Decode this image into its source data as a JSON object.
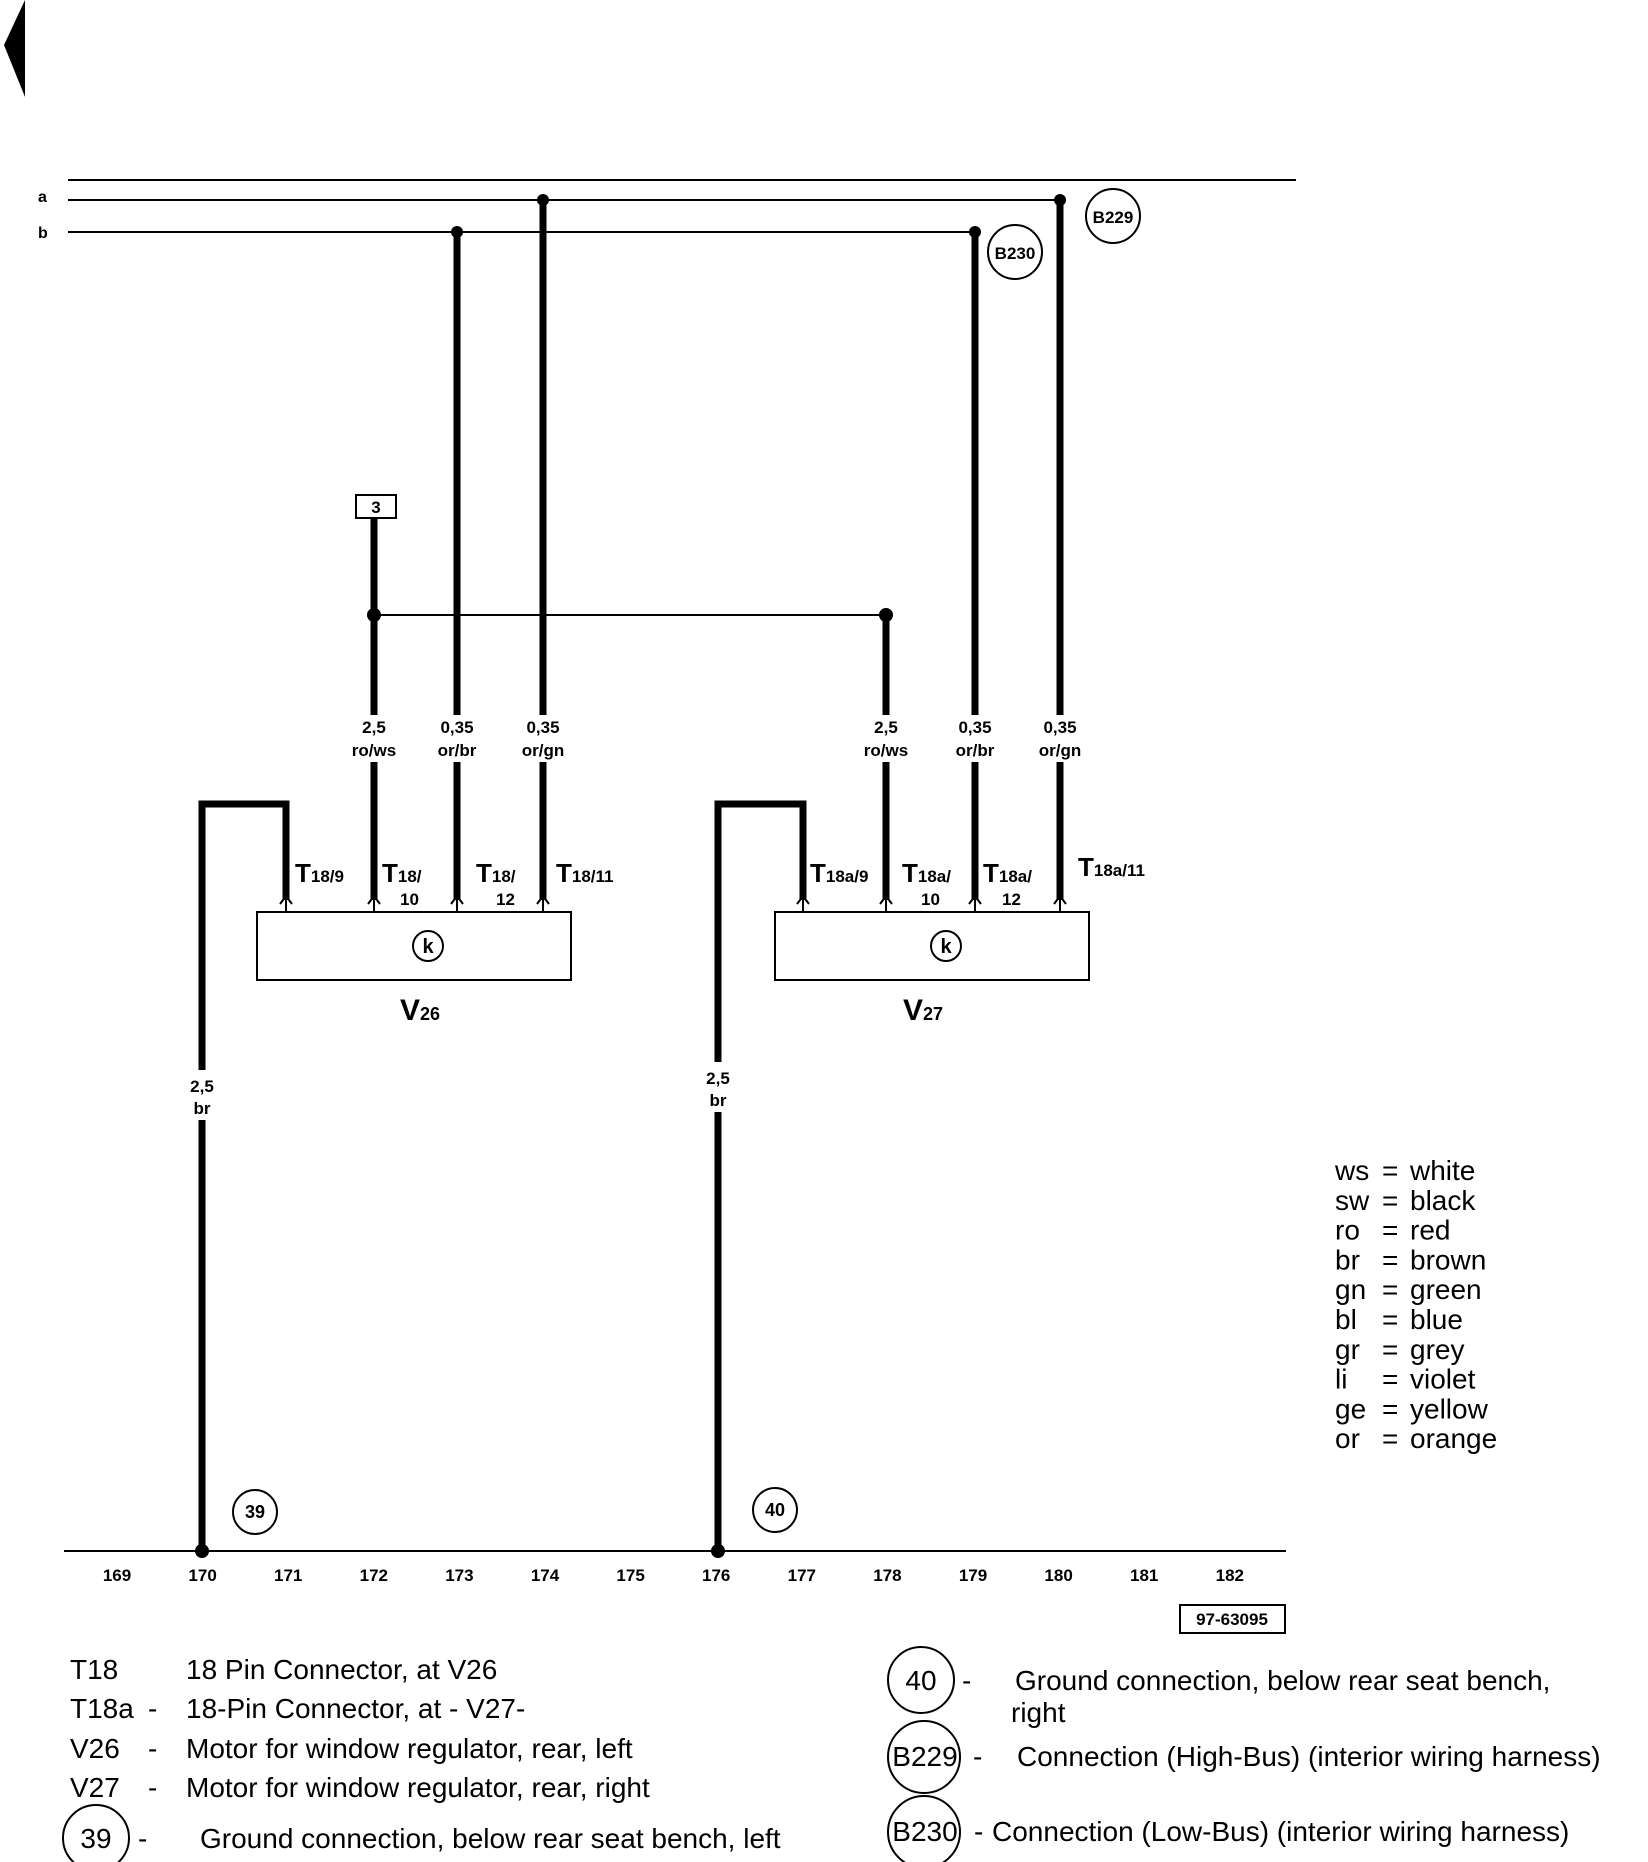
{
  "bus_lines": {
    "a": "a",
    "b": "b"
  },
  "connections": {
    "b229": "B229",
    "b230": "B230"
  },
  "fuse_ref": "3",
  "wires": {
    "w1": {
      "size": "2,5",
      "color": "ro/ws"
    },
    "w2": {
      "size": "0,35",
      "color": "or/br"
    },
    "w3": {
      "size": "0,35",
      "color": "or/gn"
    },
    "w4": {
      "size": "2,5",
      "color": "ro/ws"
    },
    "w5": {
      "size": "0,35",
      "color": "or/br"
    },
    "w6": {
      "size": "0,35",
      "color": "or/gn"
    },
    "ground_left": {
      "size": "2,5",
      "color": "br"
    },
    "ground_right": {
      "size": "2,5",
      "color": "br"
    }
  },
  "pins": {
    "t18_9": {
      "main": "T",
      "sub": "18/9",
      "sub2": ""
    },
    "t18_10": {
      "main": "T",
      "sub": "18/",
      "sub2": "10"
    },
    "t18_12": {
      "main": "T",
      "sub": "18/",
      "sub2": "12"
    },
    "t18_11": {
      "main": "T",
      "sub": "18/11",
      "sub2": ""
    },
    "t18a_9": {
      "main": "T",
      "sub": "18a/9",
      "sub2": ""
    },
    "t18a_10": {
      "main": "T",
      "sub": "18a/",
      "sub2": "10"
    },
    "t18a_12": {
      "main": "T",
      "sub": "18a/",
      "sub2": "12"
    },
    "t18a_11": {
      "main": "T",
      "sub": "18a/11",
      "sub2": ""
    }
  },
  "components": {
    "v26": {
      "main": "V",
      "sub": "26",
      "symbol": "k"
    },
    "v27": {
      "main": "V",
      "sub": "27",
      "symbol": "k"
    }
  },
  "grounds": {
    "g39": "39",
    "g40": "40"
  },
  "scale": [
    "169",
    "170",
    "171",
    "172",
    "173",
    "174",
    "175",
    "176",
    "177",
    "178",
    "179",
    "180",
    "181",
    "182"
  ],
  "ref_code": "97-63095",
  "color_legend": [
    {
      "code": "ws",
      "name": "white"
    },
    {
      "code": "sw",
      "name": "black"
    },
    {
      "code": "ro",
      "name": "red"
    },
    {
      "code": "br",
      "name": "brown"
    },
    {
      "code": "gn",
      "name": "green"
    },
    {
      "code": "bl",
      "name": "blue"
    },
    {
      "code": "gr",
      "name": "grey"
    },
    {
      "code": "li",
      "name": "violet"
    },
    {
      "code": "ge",
      "name": "yellow"
    },
    {
      "code": "or",
      "name": "orange"
    }
  ],
  "legend": {
    "t18": {
      "code": "T18",
      "dash": "",
      "text": "18 Pin Connector,  at   V26"
    },
    "t18a": {
      "code": "T18a",
      "dash": "-",
      "text": "18-Pin Connector, at  - V27-"
    },
    "v26": {
      "code": "V26",
      "dash": "-",
      "text": "Motor for window regulator, rear, left"
    },
    "v27": {
      "code": "V27",
      "dash": "-",
      "text": "Motor for window regulator, rear, right"
    },
    "g39": {
      "code": "39",
      "dash": "-",
      "text": "Ground connection, below rear seat bench, left"
    },
    "g40": {
      "code": "40",
      "dash": "-",
      "text1": "Ground connection, below rear seat bench,",
      "text2": "right"
    },
    "b229": {
      "code": "B229",
      "dash": "-",
      "text": "Connection (High-Bus) (interior wiring harness)"
    },
    "b230": {
      "code": "B230",
      "dash": "-",
      "text": "Connection (Low-Bus) (interior wiring harness)"
    }
  }
}
